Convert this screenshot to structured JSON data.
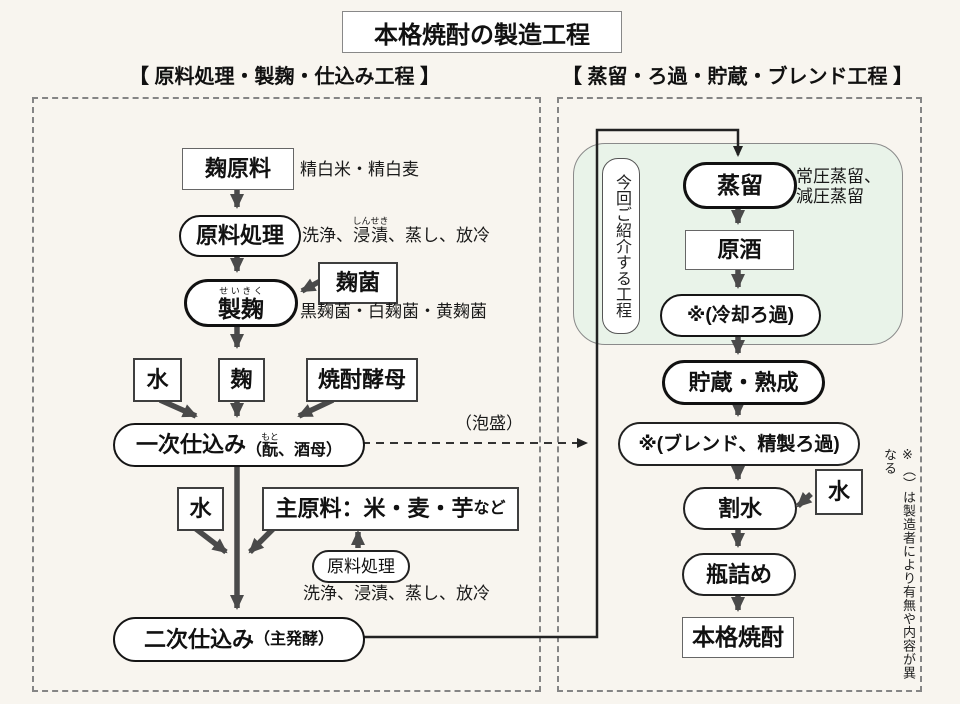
{
  "title": "本格焼酎の製造工程",
  "left_section": {
    "header": "【 原料処理・製麹・仕込み工程 】",
    "nodes": {
      "koji_material": "麹原料",
      "koji_material_note": "精白米・精白麦",
      "material_processing": "原料処理",
      "processing_note_pre": "洗浄、",
      "processing_note_ruby_base": "浸漬",
      "processing_note_ruby_text": "しんせき",
      "processing_note_post": "、蒸し、放冷",
      "koji_making": "製麹",
      "koji_making_ruby": "せいきく",
      "koji_mold": "麹菌",
      "koji_mold_note": "黒麹菌・白麹菌・黄麹菌",
      "water1": "水",
      "koji": "麹",
      "yeast": "焼酎酵母",
      "first_mash": "一次仕込み",
      "first_mash_sub_pre": "（",
      "first_mash_ruby_base": "酛",
      "first_mash_ruby_text": "もと",
      "first_mash_sub_post": "、酒母）",
      "awamori_label": "（泡盛）",
      "water2": "水",
      "main_material": "主原料：米・麦・芋",
      "main_material_suffix": "など",
      "material_processing2": "原料処理",
      "processing2_note": "洗浄、浸漬、蒸し、放冷",
      "second_mash": "二次仕込み",
      "second_mash_sub": "（主発酵）"
    }
  },
  "right_section": {
    "header": "【 蒸留・ろ過・貯蔵・ブレンド工程 】",
    "intro_badge": "今回ご紹介する工程",
    "nodes": {
      "distillation": "蒸留",
      "distillation_note1": "常圧蒸留、",
      "distillation_note2": "減圧蒸留",
      "raw_spirit": "原酒",
      "cold_filtration": "※(冷却ろ過)",
      "storage_aging": "貯蔵・熟成",
      "blending": "※(ブレンド、精製ろ過)",
      "water_dilution": "割水",
      "water3": "水",
      "bottling": "瓶詰め",
      "honkaku_shochu": "本格焼酎"
    },
    "footnote": "※（）は製造者により有無や内容が異なる"
  },
  "colors": {
    "background": "#f8f5ef",
    "highlight_green": "#e9f3e9",
    "arrow_gray": "#4a4a4a",
    "connector_black": "#222222",
    "dashed_border_gray": "#858585"
  }
}
